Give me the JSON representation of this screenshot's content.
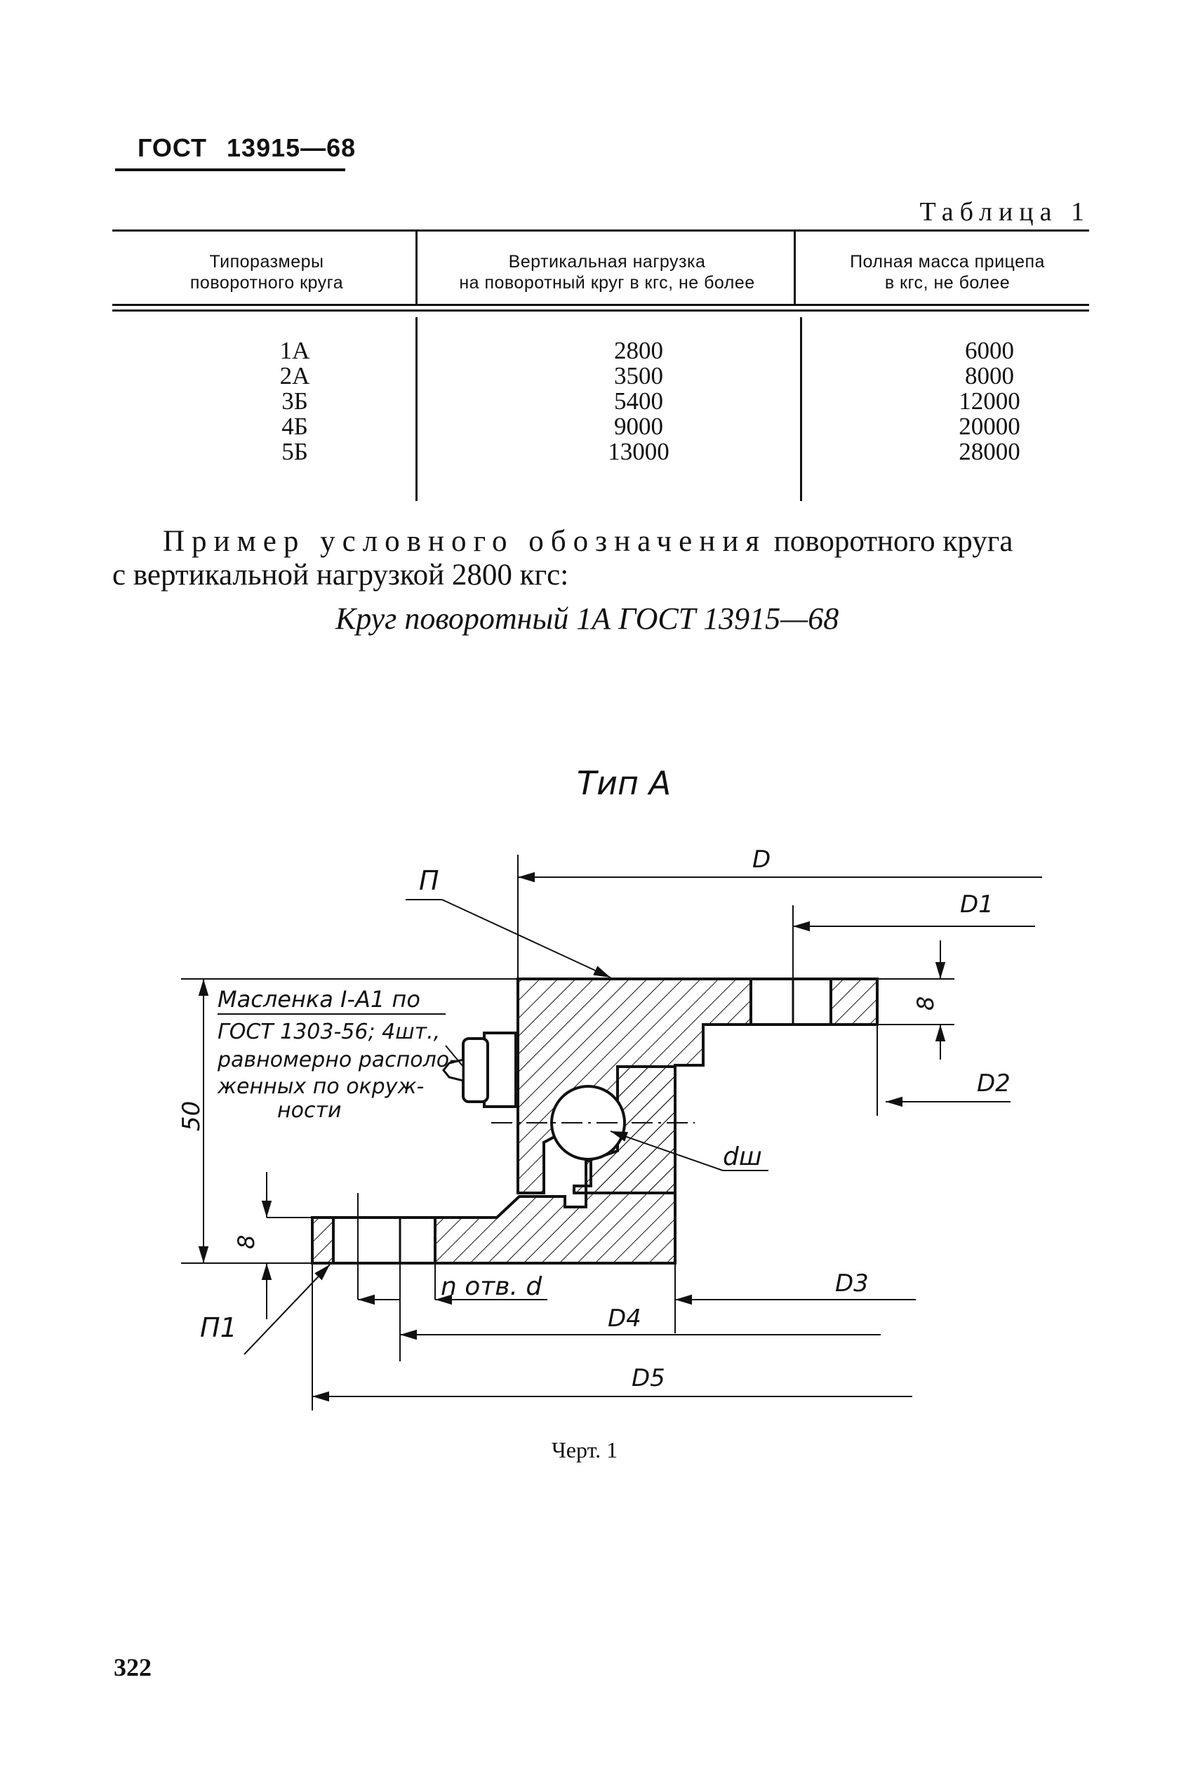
{
  "header": {
    "standard": "ГОСТ",
    "number": "13915—68"
  },
  "table": {
    "title": "Таблица 1",
    "columns": [
      [
        "Типоразмеры",
        "поворотного круга"
      ],
      [
        "Вертикальная нагрузка",
        "на поворотный круг в кгс, не более"
      ],
      [
        "Полная масса прицепа",
        "в кгс, не более"
      ]
    ],
    "rows": [
      [
        "1А",
        "2800",
        "6000"
      ],
      [
        "2А",
        "3500",
        "8000"
      ],
      [
        "3Б",
        "5400",
        "12000"
      ],
      [
        "4Б",
        "9000",
        "20000"
      ],
      [
        "5Б",
        "13000",
        "28000"
      ]
    ]
  },
  "example": {
    "spaced_lead": "Пример условного обозначения",
    "line1_rest": " поворотного круга",
    "line2": "с вертикальной нагрузкой 2800 кгс:",
    "designation": "Круг поворотный 1А ГОСТ 13915—68"
  },
  "drawing": {
    "type_label": "Тип А",
    "note_lines": [
      "Масленка I-А1 по",
      "ГОСТ 1303-56; 4шт.,",
      "равномерно располо-",
      "женных по окруж-",
      "ности"
    ],
    "labels": {
      "D": "D",
      "D1": "D1",
      "D2": "D2",
      "D3": "D3",
      "D4": "D4",
      "D5": "D5",
      "P": "П",
      "P1": "П1",
      "dsh": "dш",
      "holes": "n отв. d",
      "dim50": "50",
      "dim8_top": "8",
      "dim8_bottom": "8"
    },
    "caption": "Черт. 1"
  },
  "page_number": "322"
}
